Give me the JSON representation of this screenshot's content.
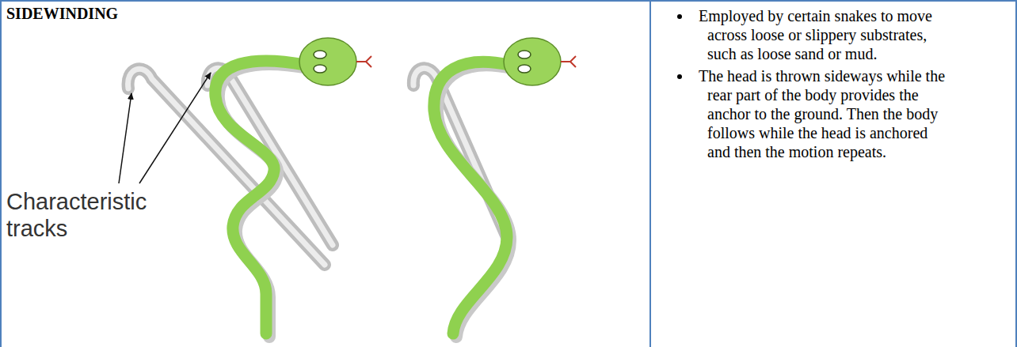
{
  "diagram": {
    "title": "SIDEWINDING",
    "labels": [
      "Characteristic tracks",
      "Employed by certain snakes to move across loose or slippery substrates, such as loose sand or mud.",
      "The head is thrown sideways while the rear part of the body provides the anchor to the ground. Then the body follows while the head is anchored and then the motion repeats."
    ]
  }
}
